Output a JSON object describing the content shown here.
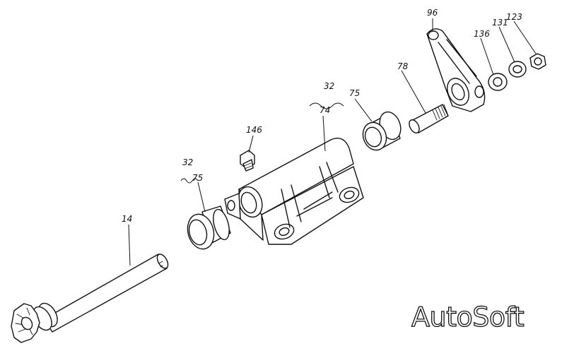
{
  "labels": {
    "shaft": "14",
    "bushing_left": "75",
    "group_left": "32",
    "grease_fitting": "146",
    "bracket": "74",
    "group_right": "32",
    "bushing_right": "75",
    "pin": "78",
    "lever": "96",
    "washer_136": "136",
    "washer_131": "131",
    "nut": "123"
  },
  "watermark": "AutoSoft"
}
